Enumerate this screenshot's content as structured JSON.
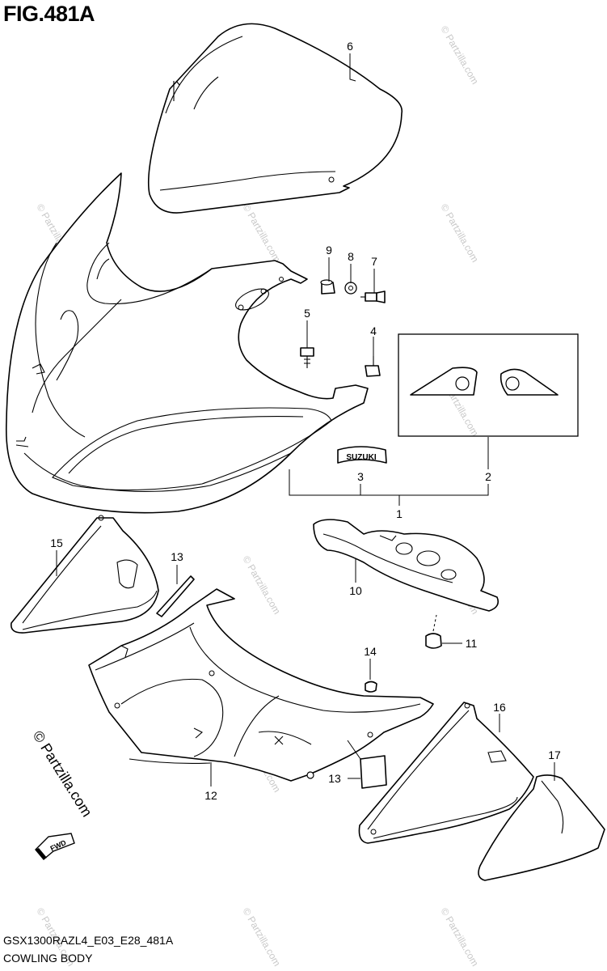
{
  "figure": {
    "title": "FIG.481A",
    "code": "GSX1300RAZL4_E03_E28_481A",
    "name": "COWLING BODY"
  },
  "callouts": [
    "1",
    "2",
    "3",
    "4",
    "5",
    "6",
    "7",
    "8",
    "9",
    "10",
    "11",
    "12",
    "13",
    "13",
    "14",
    "15",
    "16",
    "17"
  ],
  "decal_text": "SUZUKI",
  "fwd_label": "FWD",
  "watermark_side": "© Partzilla.com",
  "watermark_small": "© Partzilla.com"
}
